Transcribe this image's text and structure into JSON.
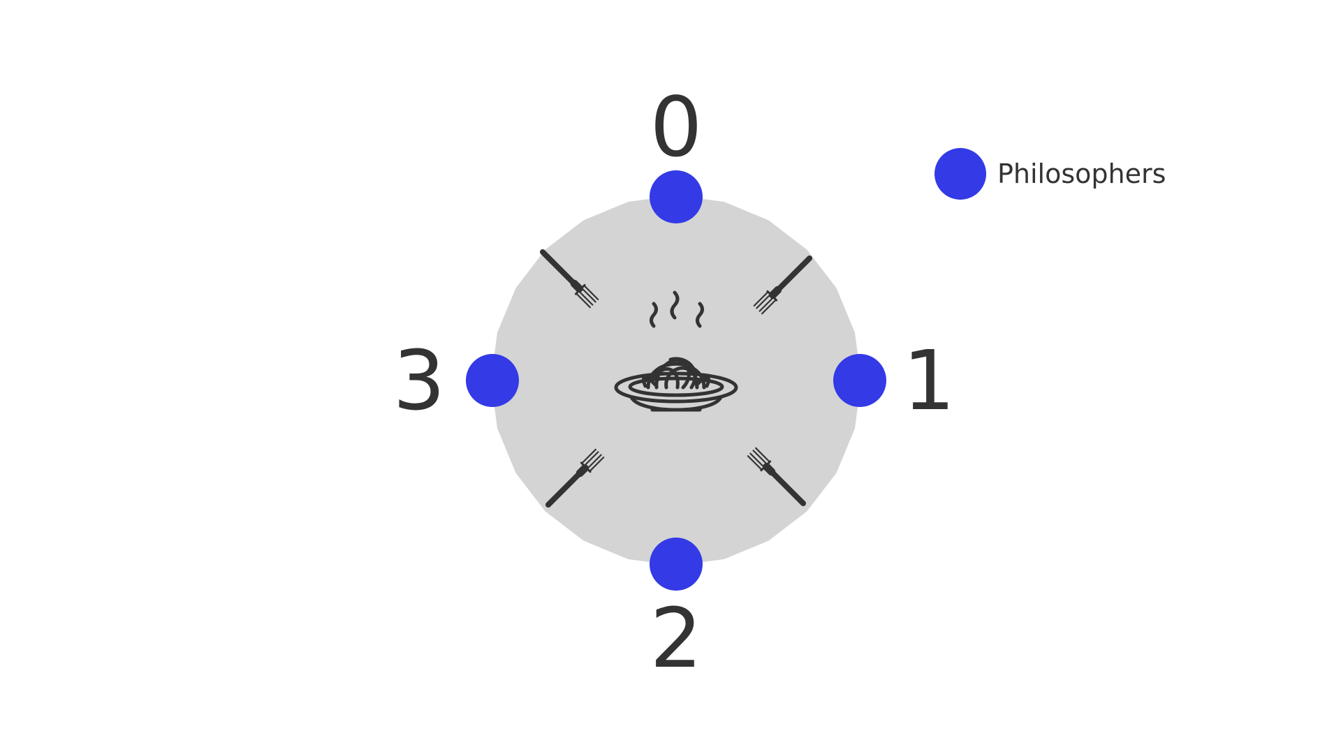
{
  "philosophers": [
    {
      "id": "0",
      "label": "0",
      "position": "top"
    },
    {
      "id": "1",
      "label": "1",
      "position": "right"
    },
    {
      "id": "2",
      "label": "2",
      "position": "bottom"
    },
    {
      "id": "3",
      "label": "3",
      "position": "left"
    }
  ],
  "forks": [
    {
      "between": [
        "0",
        "3"
      ],
      "position": "top-left"
    },
    {
      "between": [
        "0",
        "1"
      ],
      "position": "top-right"
    },
    {
      "between": [
        "1",
        "2"
      ],
      "position": "bottom-right"
    },
    {
      "between": [
        "2",
        "3"
      ],
      "position": "bottom-left"
    }
  ],
  "center_icon": "pasta-bowl-icon",
  "legend": {
    "label": "Philosophers",
    "position": "top-right"
  },
  "colors": {
    "philosopher": "#333ae6",
    "table": "#d4d4d4",
    "ink": "#333333",
    "background": "#ffffff"
  }
}
